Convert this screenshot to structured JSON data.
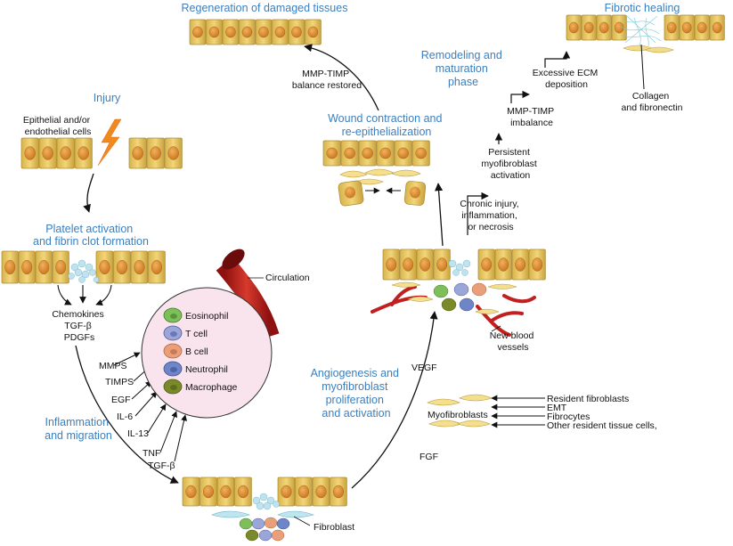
{
  "stages": {
    "regeneration": "Regeneration of damaged tissues",
    "fibrotic": "Fibrotic healing",
    "remodeling": [
      "Remodeling and",
      "maturation",
      "phase"
    ],
    "injury": "Injury",
    "wound_contraction": [
      "Wound contraction and",
      "re-epithelialization"
    ],
    "platelet": [
      "Platelet activation",
      "and fibrin clot formation"
    ],
    "inflammation": [
      "Inflammation",
      "and migration"
    ],
    "angiogenesis": [
      "Angiogenesis and",
      "myofibroblast",
      "proliferation",
      "and activation"
    ]
  },
  "labels": {
    "epithelial": [
      "Epithelial and/or",
      "endothelial cells"
    ],
    "mmp_timp_restored": [
      "MMP-TIMP",
      "balance restored"
    ],
    "excessive_ecm": [
      "Excessive ECM",
      "deposition"
    ],
    "collagen": [
      "Collagen",
      "and fibronectin"
    ],
    "mmp_timp_imbalance": [
      "MMP-TIMP",
      "imbalance"
    ],
    "persistent": [
      "Persistent",
      "myofibroblast",
      "activation"
    ],
    "chronic": [
      "Chronic injury,",
      "inflammation,",
      "or necrosis"
    ],
    "circulation": "Circulation",
    "chemokines": [
      "Chemokines",
      "TGF-β",
      "PDGFs"
    ],
    "new_vessels": [
      "New blood",
      "vessels"
    ],
    "vegf": "VEGF",
    "fgf": "FGF",
    "fibroblast": "Fibroblast",
    "myofibroblasts": "Myofibroblasts"
  },
  "cells_legend": [
    "Eosinophil",
    "T cell",
    "B cell",
    "Neutrophil",
    "Macrophage"
  ],
  "mediators": [
    "MMPS",
    "TIMPS",
    "EGF",
    "IL-6",
    "IL-13",
    "TNF",
    "TGF-β"
  ],
  "sources": [
    "Resident fibroblasts",
    "EMT",
    "Fibrocytes",
    "Other resident tissue cells,"
  ],
  "colors": {
    "stage_title": "#3b7fbf",
    "epithelium": "#e6c660",
    "nucleus": "#d98a35",
    "vessel": "#c0201f",
    "circle_fill": "#f9e4ee",
    "lightning": "#f08a1c"
  }
}
